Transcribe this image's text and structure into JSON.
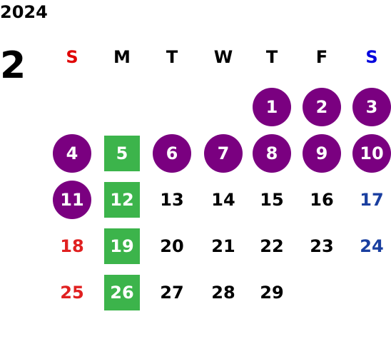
{
  "year": "2024",
  "month": "2",
  "weekdays": [
    {
      "label": "S",
      "color": "#e00000"
    },
    {
      "label": "M",
      "color": "#000000"
    },
    {
      "label": "T",
      "color": "#000000"
    },
    {
      "label": "W",
      "color": "#000000"
    },
    {
      "label": "T",
      "color": "#000000"
    },
    {
      "label": "F",
      "color": "#000000"
    },
    {
      "label": "S",
      "color": "#0000dd"
    }
  ],
  "colors": {
    "circle_highlight": "#7a0080",
    "square_highlight": "#3cb44b",
    "sunday": "#e02020",
    "saturday": "#1a3fa0",
    "weekday": "#000000"
  },
  "days": [
    {
      "day": "1",
      "col": 4,
      "row": 0,
      "style": "circle"
    },
    {
      "day": "2",
      "col": 5,
      "row": 0,
      "style": "circle"
    },
    {
      "day": "3",
      "col": 6,
      "row": 0,
      "style": "circle"
    },
    {
      "day": "4",
      "col": 0,
      "row": 1,
      "style": "circle"
    },
    {
      "day": "5",
      "col": 1,
      "row": 1,
      "style": "square"
    },
    {
      "day": "6",
      "col": 2,
      "row": 1,
      "style": "circle"
    },
    {
      "day": "7",
      "col": 3,
      "row": 1,
      "style": "circle"
    },
    {
      "day": "8",
      "col": 4,
      "row": 1,
      "style": "circle"
    },
    {
      "day": "9",
      "col": 5,
      "row": 1,
      "style": "circle"
    },
    {
      "day": "10",
      "col": 6,
      "row": 1,
      "style": "circle"
    },
    {
      "day": "11",
      "col": 0,
      "row": 2,
      "style": "circle"
    },
    {
      "day": "12",
      "col": 1,
      "row": 2,
      "style": "square"
    },
    {
      "day": "13",
      "col": 2,
      "row": 2,
      "style": "plain"
    },
    {
      "day": "14",
      "col": 3,
      "row": 2,
      "style": "plain"
    },
    {
      "day": "15",
      "col": 4,
      "row": 2,
      "style": "plain"
    },
    {
      "day": "16",
      "col": 5,
      "row": 2,
      "style": "plain"
    },
    {
      "day": "17",
      "col": 6,
      "row": 2,
      "style": "plain"
    },
    {
      "day": "18",
      "col": 0,
      "row": 3,
      "style": "plain"
    },
    {
      "day": "19",
      "col": 1,
      "row": 3,
      "style": "square"
    },
    {
      "day": "20",
      "col": 2,
      "row": 3,
      "style": "plain"
    },
    {
      "day": "21",
      "col": 3,
      "row": 3,
      "style": "plain"
    },
    {
      "day": "22",
      "col": 4,
      "row": 3,
      "style": "plain"
    },
    {
      "day": "23",
      "col": 5,
      "row": 3,
      "style": "plain"
    },
    {
      "day": "24",
      "col": 6,
      "row": 3,
      "style": "plain"
    },
    {
      "day": "25",
      "col": 0,
      "row": 4,
      "style": "plain"
    },
    {
      "day": "26",
      "col": 1,
      "row": 4,
      "style": "square"
    },
    {
      "day": "27",
      "col": 2,
      "row": 4,
      "style": "plain"
    },
    {
      "day": "28",
      "col": 3,
      "row": 4,
      "style": "plain"
    },
    {
      "day": "29",
      "col": 4,
      "row": 4,
      "style": "plain"
    }
  ]
}
